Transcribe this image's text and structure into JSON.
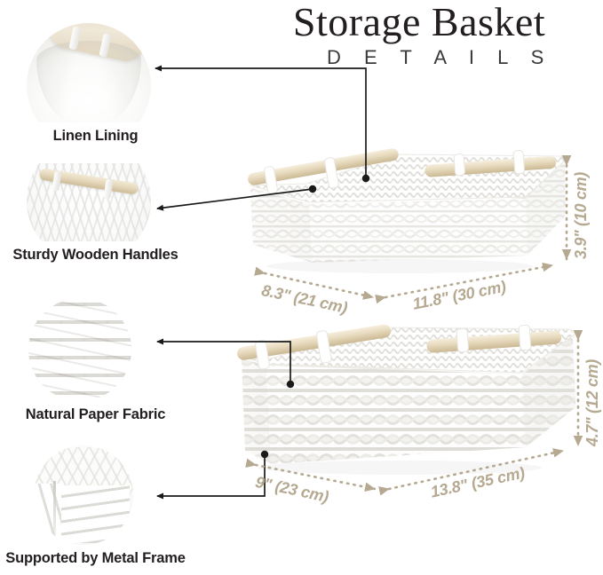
{
  "header": {
    "title": "Storage Basket",
    "subtitle": "D E T A I L S"
  },
  "features": [
    {
      "label": "Linen Lining",
      "icon": "linen-lining-thumbnail"
    },
    {
      "label": "Sturdy Wooden Handles",
      "icon": "wooden-handle-thumbnail"
    },
    {
      "label": "Natural Paper Fabric",
      "icon": "paper-fabric-thumbnail"
    },
    {
      "label": "Supported by Metal Frame",
      "icon": "metal-frame-thumbnail"
    }
  ],
  "products": [
    {
      "name": "small-storage-basket",
      "dimensions": {
        "width": "8.3\" (21 cm)",
        "length": "11.8\" (30 cm)",
        "height": "3.9\" (10 cm)"
      }
    },
    {
      "name": "large-storage-basket",
      "dimensions": {
        "width": "9\" (23 cm)",
        "length": "13.8\" (35 cm)",
        "height": "4.7\" (12 cm)"
      }
    }
  ],
  "colors": {
    "dimension_text": "#b6a991",
    "callout_line": "#1a1a1a",
    "heading_text": "#231f20",
    "wood": "#e4d7ba",
    "basket_white": "#ffffff"
  }
}
